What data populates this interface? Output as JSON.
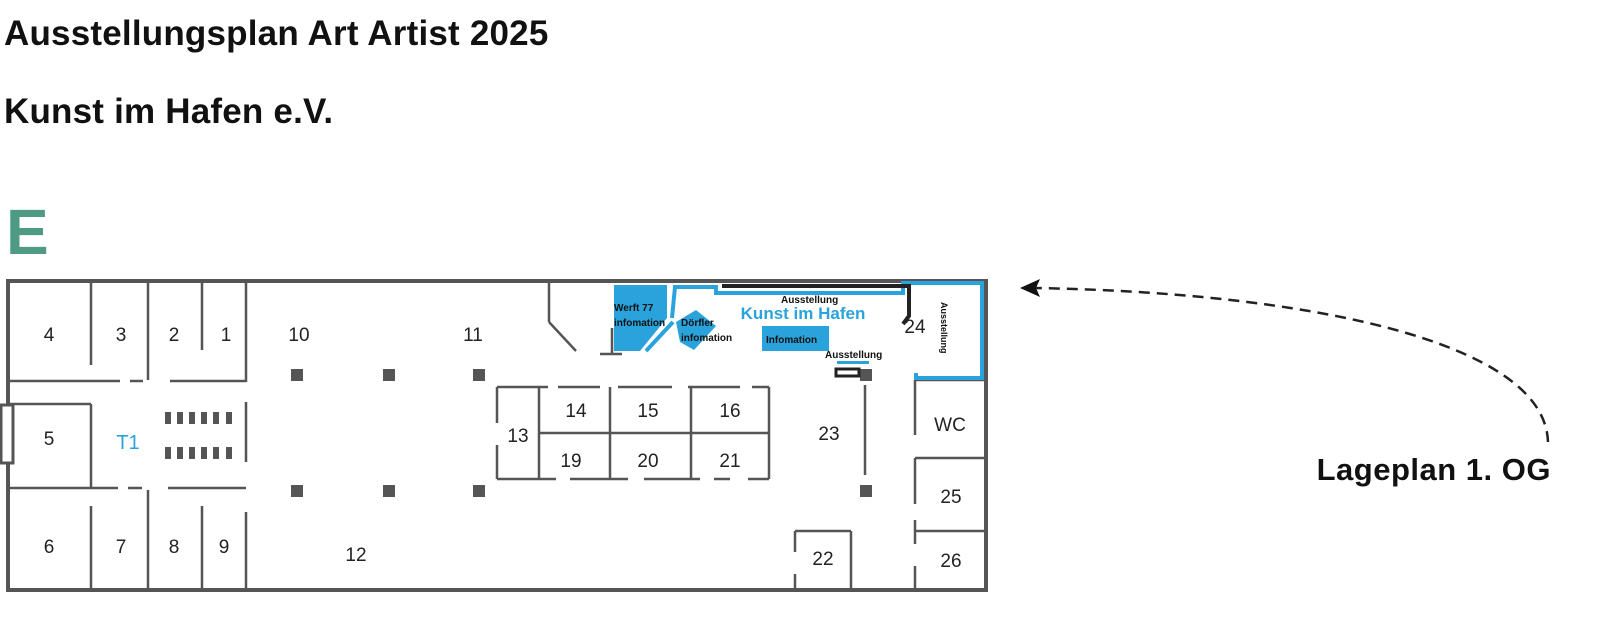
{
  "header": {
    "title": "Ausstellungsplan Art Artist 2025",
    "subtitle": "Kunst im Hafen e.V."
  },
  "map": {
    "floor_letter": "E",
    "floor_letter_color": "#4f9a83",
    "wall_color": "#555555",
    "accent_color": "#2aa3dc",
    "rooms": [
      "1",
      "2",
      "3",
      "4",
      "5",
      "6",
      "7",
      "8",
      "9",
      "10",
      "11",
      "12",
      "13",
      "14",
      "15",
      "16",
      "19",
      "20",
      "21",
      "22",
      "23",
      "24",
      "25",
      "26",
      "WC"
    ],
    "stage_label": "T1",
    "highlight_booths": {
      "werft77": "Werft 77",
      "werft77_info": "infomation",
      "doerfler": "Dörfler",
      "doerfler_info": "infomation",
      "info": "Infomation",
      "kunst_im_hafen": "Kunst im Hafen",
      "ausstellung": "Ausstellung"
    },
    "link_label": "Lageplan 1. OG"
  }
}
